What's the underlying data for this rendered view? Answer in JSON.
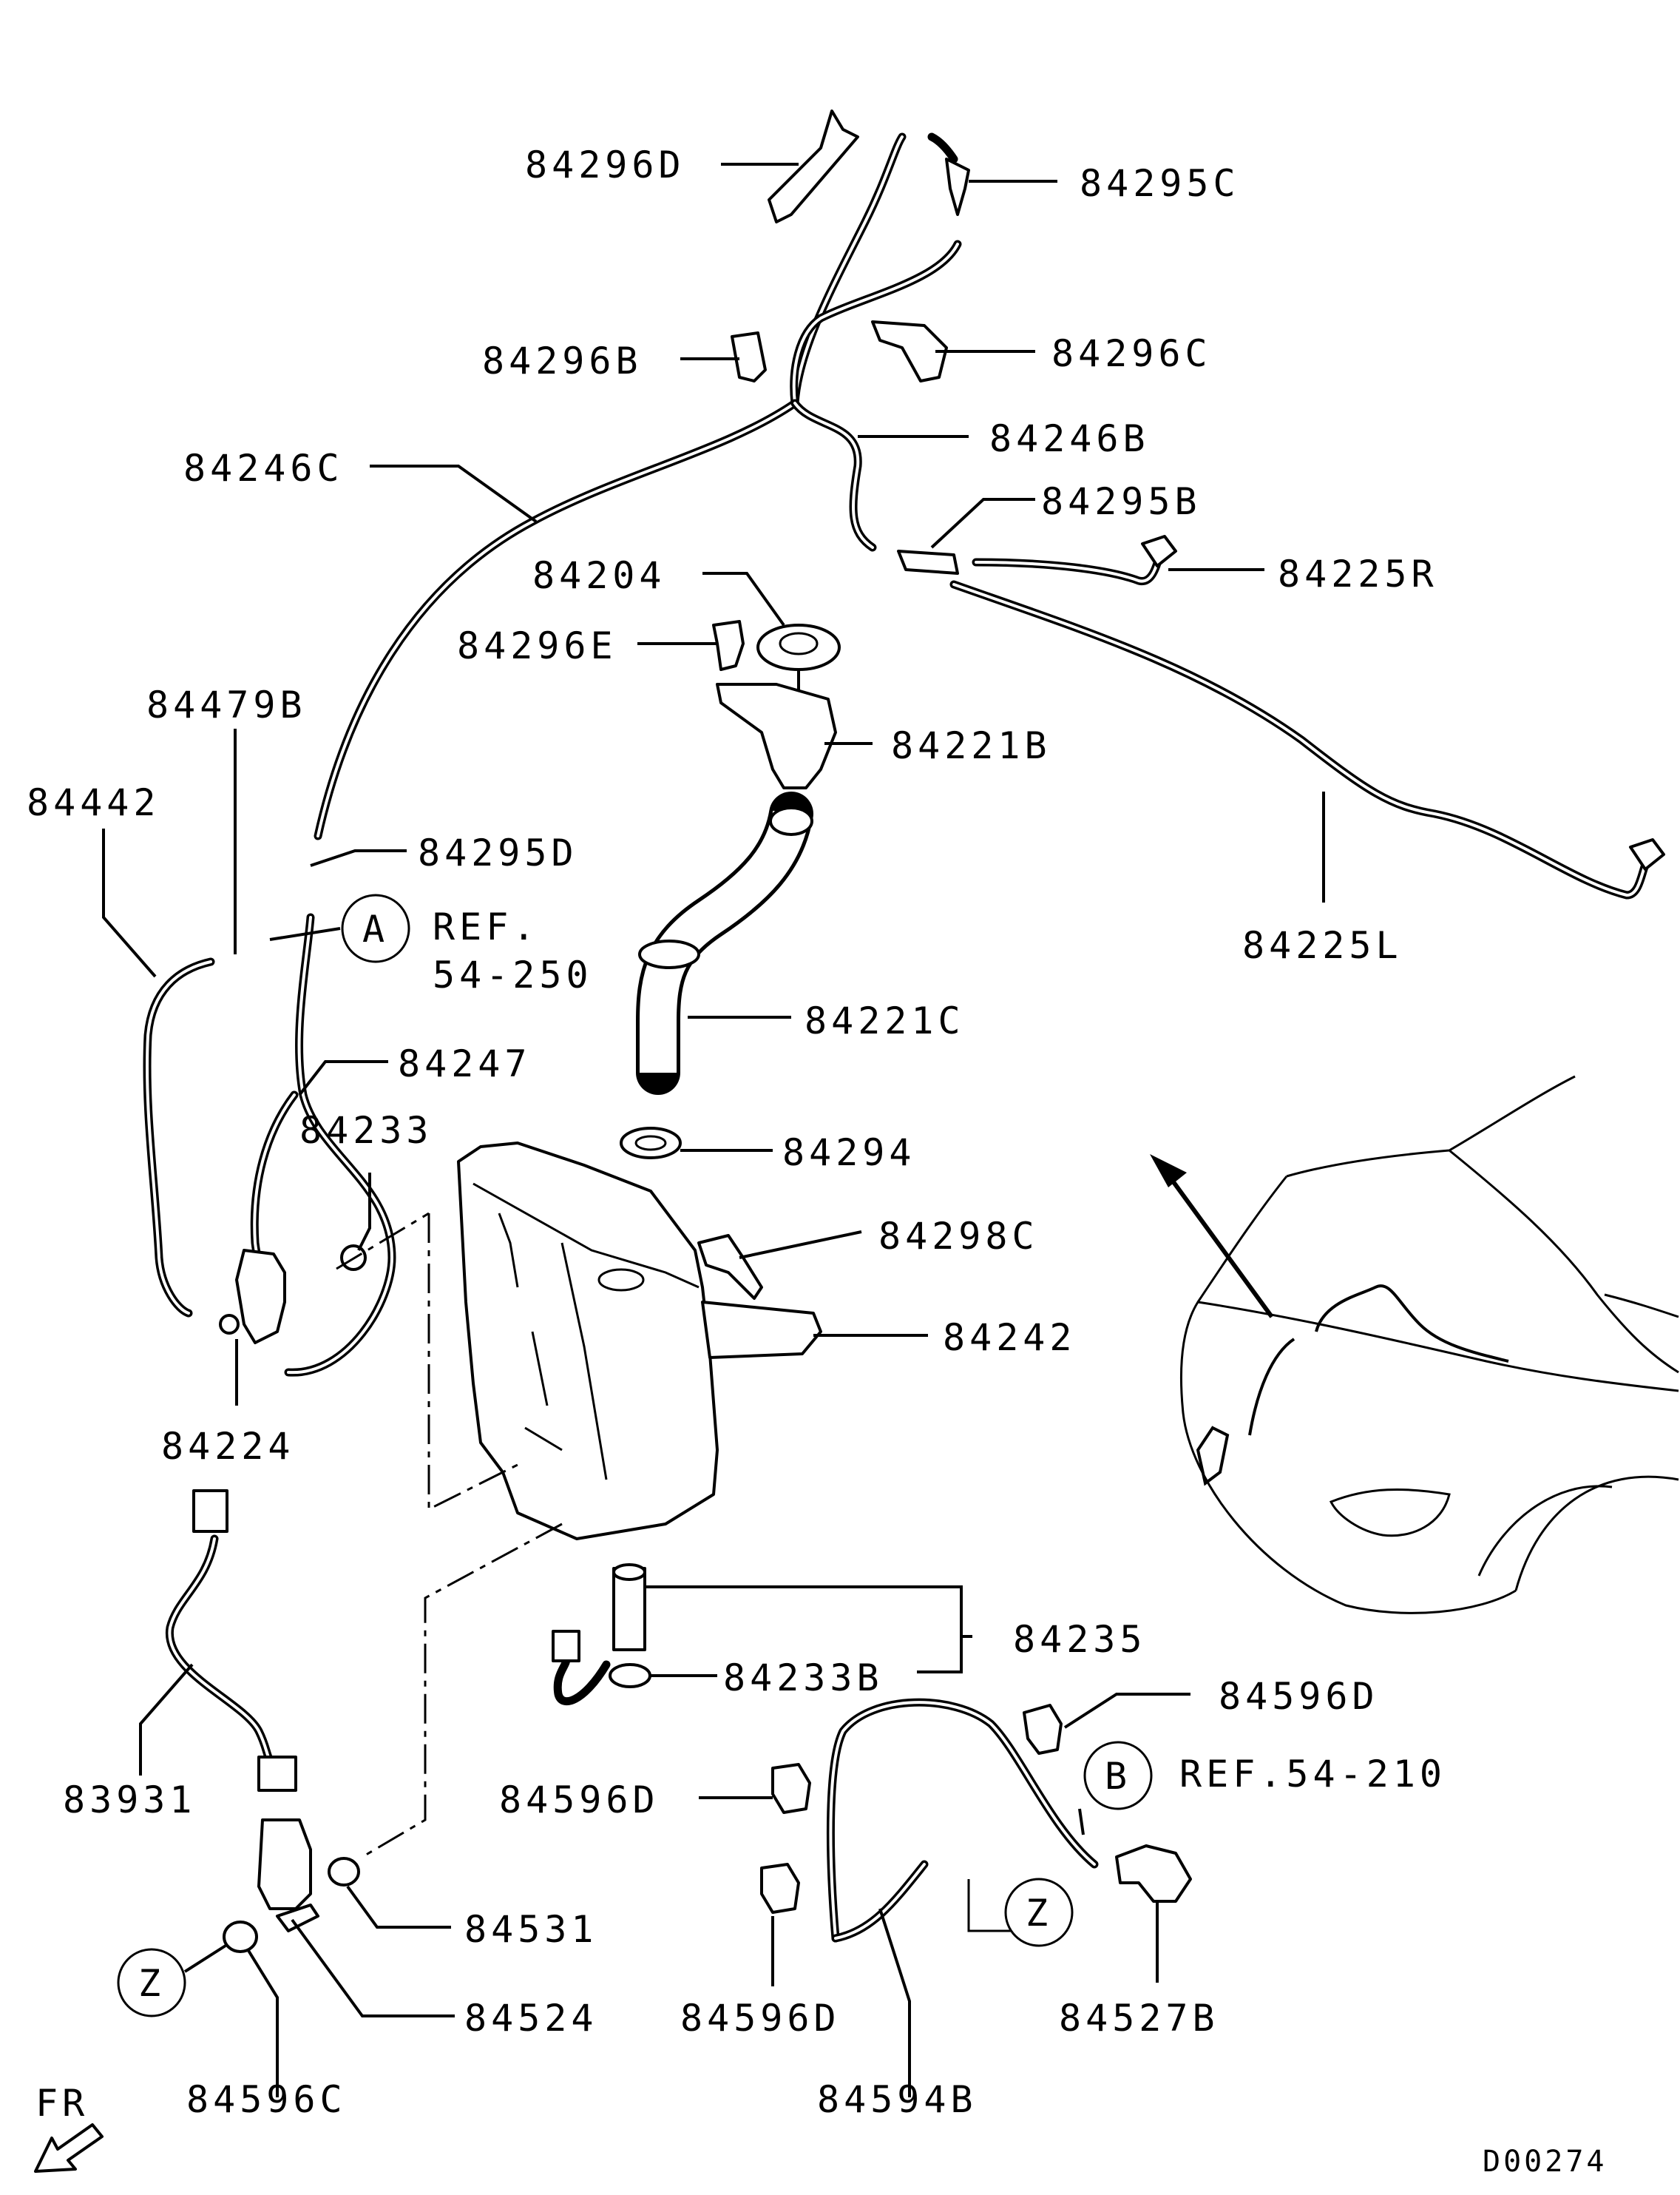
{
  "diagram_code": "D00274",
  "orientation": "FR",
  "callouts": {
    "a": "A",
    "b": "B",
    "z1": "Z",
    "z2": "Z"
  },
  "refs": {
    "a_line1": "REF.",
    "a_line2": "54-250",
    "b": "REF.54-210"
  },
  "parts": {
    "p84296D": "84296D",
    "p84295C": "84295C",
    "p84296B": "84296B",
    "p84296C": "84296C",
    "p84246C": "84246C",
    "p84246B": "84246B",
    "p84295B": "84295B",
    "p84225R": "84225R",
    "p84204": "84204",
    "p84296E": "84296E",
    "p84221B": "84221B",
    "p84479B": "84479B",
    "p84442": "84442",
    "p84295D": "84295D",
    "p84225L": "84225L",
    "p84221C": "84221C",
    "p84247": "84247",
    "p84233": "84233",
    "p84294": "84294",
    "p84298C": "84298C",
    "p84242": "84242",
    "p84224": "84224",
    "p84235": "84235",
    "p84233B": "84233B",
    "p84596D_a": "84596D",
    "p83931": "83931",
    "p84596D_b": "84596D",
    "p84531": "84531",
    "p84524": "84524",
    "p84596D_c": "84596D",
    "p84527B": "84527B",
    "p84596C": "84596C",
    "p84594B": "84594B"
  }
}
